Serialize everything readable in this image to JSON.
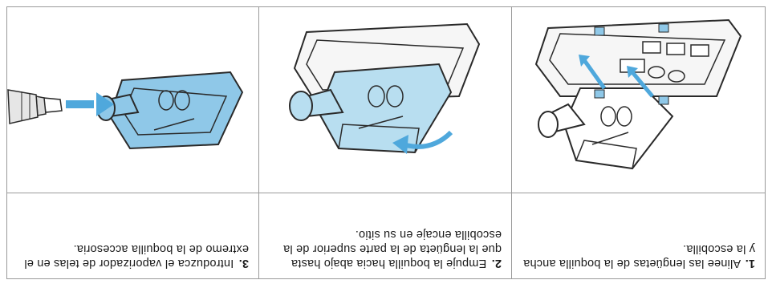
{
  "steps": [
    {
      "number": "1.",
      "text": "Alinee las lengüetas de la boquilla ancha y la escobilla.",
      "illustration": "nozzle-alignment-arrows-icon"
    },
    {
      "number": "2.",
      "text": "Empuje la boquilla hacia abajo hasta que la lengüeta de la parte superior de la escobilla encaje en su sitio.",
      "illustration": "nozzle-snap-curved-arrow-icon"
    },
    {
      "number": "3.",
      "text": "Introduzca el vaporizador de telas en el extremo de la boquilla accesoria.",
      "illustration": "steamer-insert-arrow-icon"
    }
  ],
  "colors": {
    "highlight_blue": "#8fc8e8",
    "arrow_blue": "#4fa8dc",
    "line": "#2a2a2a"
  }
}
